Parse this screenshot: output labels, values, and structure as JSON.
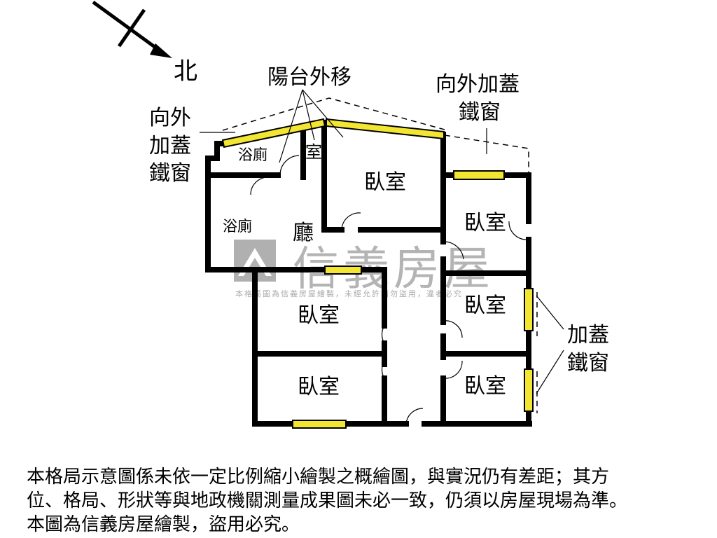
{
  "compass": {
    "direction_label": "北"
  },
  "annotations": {
    "balcony_moved": "陽台外移",
    "iron_window_left": [
      "向外",
      "加蓋",
      "鐵窗"
    ],
    "iron_window_top_right": [
      "向外加蓋",
      "鐵窗"
    ],
    "iron_window_right": [
      "加蓋",
      "鐵窗"
    ]
  },
  "rooms": {
    "bath_top": "浴廁",
    "small_room": "室",
    "bedroom_top_center": "臥室",
    "bedroom_top_right": "臥室",
    "bath_left": "浴廁",
    "living_room": "廳",
    "bedroom_mid_left": "臥室",
    "bedroom_mid_right": "臥室",
    "bedroom_bottom_left": "臥室",
    "bedroom_bottom_right": "臥室"
  },
  "watermark": {
    "brand": "信義房屋",
    "notice": "本格局圖為信義房屋繪製，未經允許請勿盜用，違者必究"
  },
  "disclaimer": {
    "line1": "本格局示意圖係未依一定比例縮小繪製之概繪圖，與實況仍有差距；其方",
    "line2": "位、格局、形狀等與地政機關測量成果圖未必一致，仍須以房屋現場為準。",
    "line3": "本圖為信義房屋繪製，盜用必究。"
  },
  "colors": {
    "wall": "#000000",
    "window": "#f2e632",
    "watermark": "#a8a8a8"
  }
}
